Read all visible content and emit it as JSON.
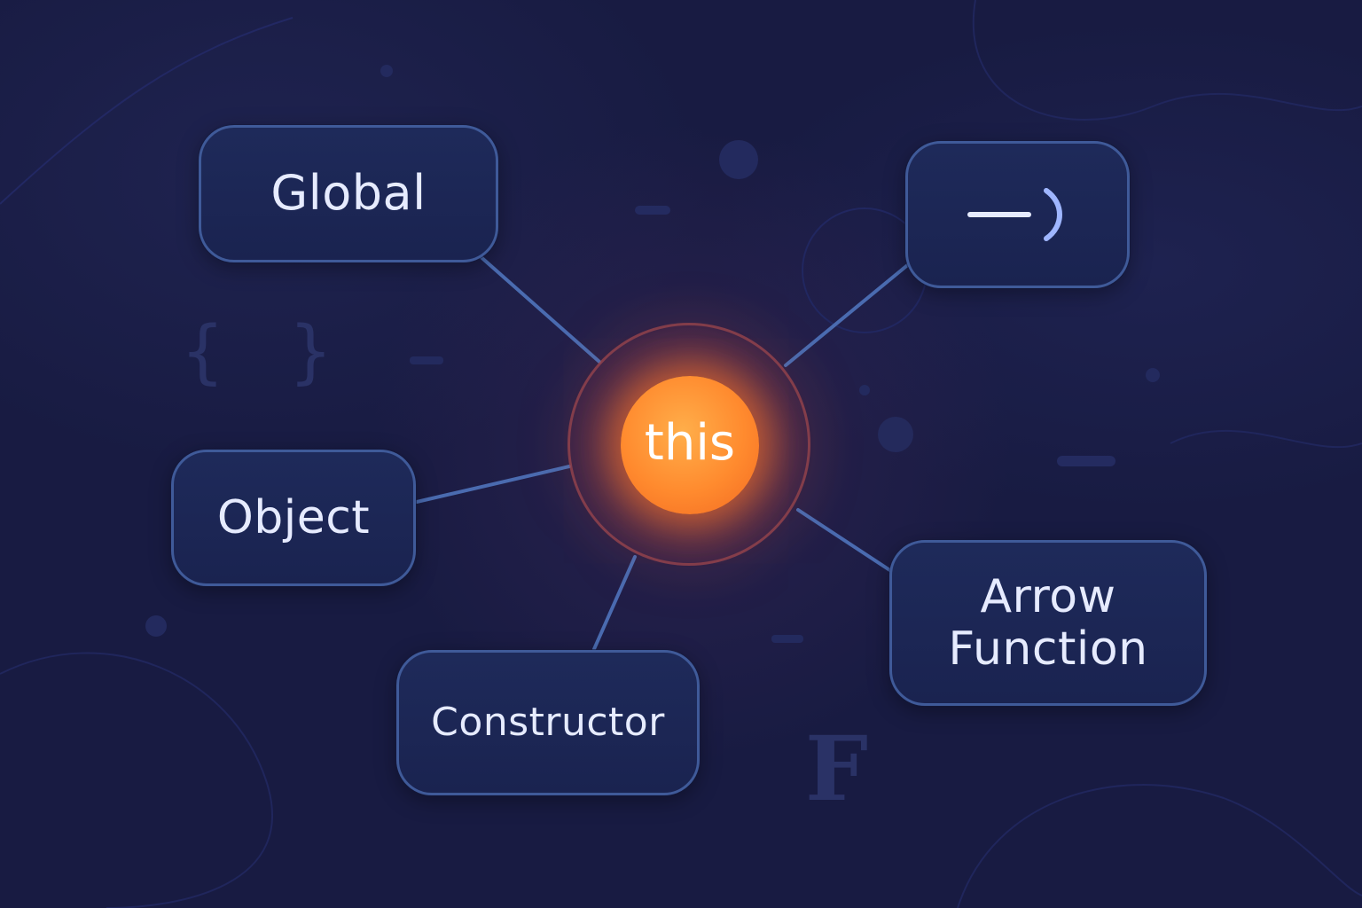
{
  "center": {
    "label": "this"
  },
  "nodes": {
    "global": {
      "label": "Global"
    },
    "object": {
      "label": "Object"
    },
    "constructor": {
      "label": "Constructor"
    },
    "arrow_function": {
      "label": "Arrow\nFunction"
    },
    "arrow_icon": {
      "icon": "arrow-function-glyph-icon"
    }
  },
  "decorations": {
    "braces": "{ }",
    "letter": "F"
  },
  "colors": {
    "background": "#181b42",
    "node_border": "#3f5a99",
    "edge": "#4a6bb0",
    "center_orange": "#ff8a2e",
    "text": "#e6ebff"
  }
}
